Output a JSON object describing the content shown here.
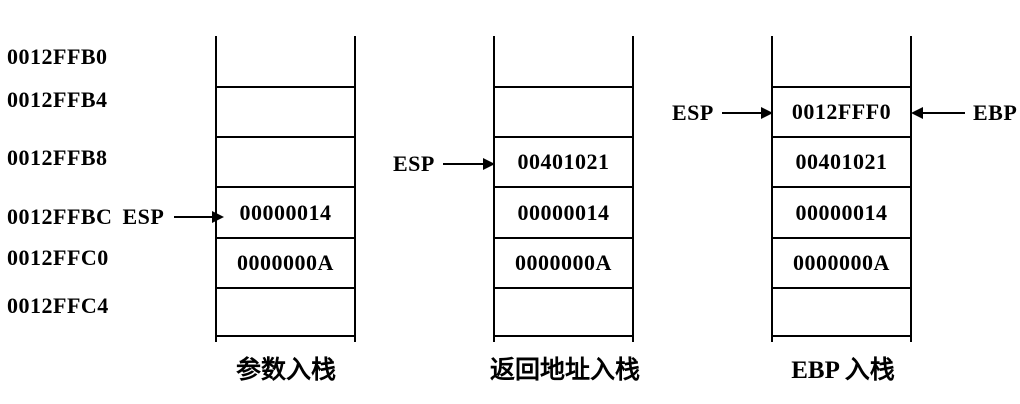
{
  "colors": {
    "background": "#ffffff",
    "ink": "#000000"
  },
  "stacks": {
    "params": {
      "caption": "参数入栈",
      "addresses": [
        "0012FFB0",
        "0012FFB4",
        "0012FFB8",
        "0012FFBC",
        "0012FFC0",
        "0012FFC4"
      ],
      "esp_label": "ESP",
      "cells": [
        "",
        "",
        "",
        "00000014",
        "0000000A",
        ""
      ]
    },
    "retaddr": {
      "caption": "返回地址入栈",
      "esp_label": "ESP",
      "cells": [
        "",
        "",
        "00401021",
        "00000014",
        "0000000A",
        ""
      ]
    },
    "ebp": {
      "caption": "EBP 入栈",
      "esp_label": "ESP",
      "ebp_label": "EBP",
      "cells": [
        "",
        "0012FFF0",
        "00401021",
        "00000014",
        "0000000A",
        ""
      ]
    }
  }
}
